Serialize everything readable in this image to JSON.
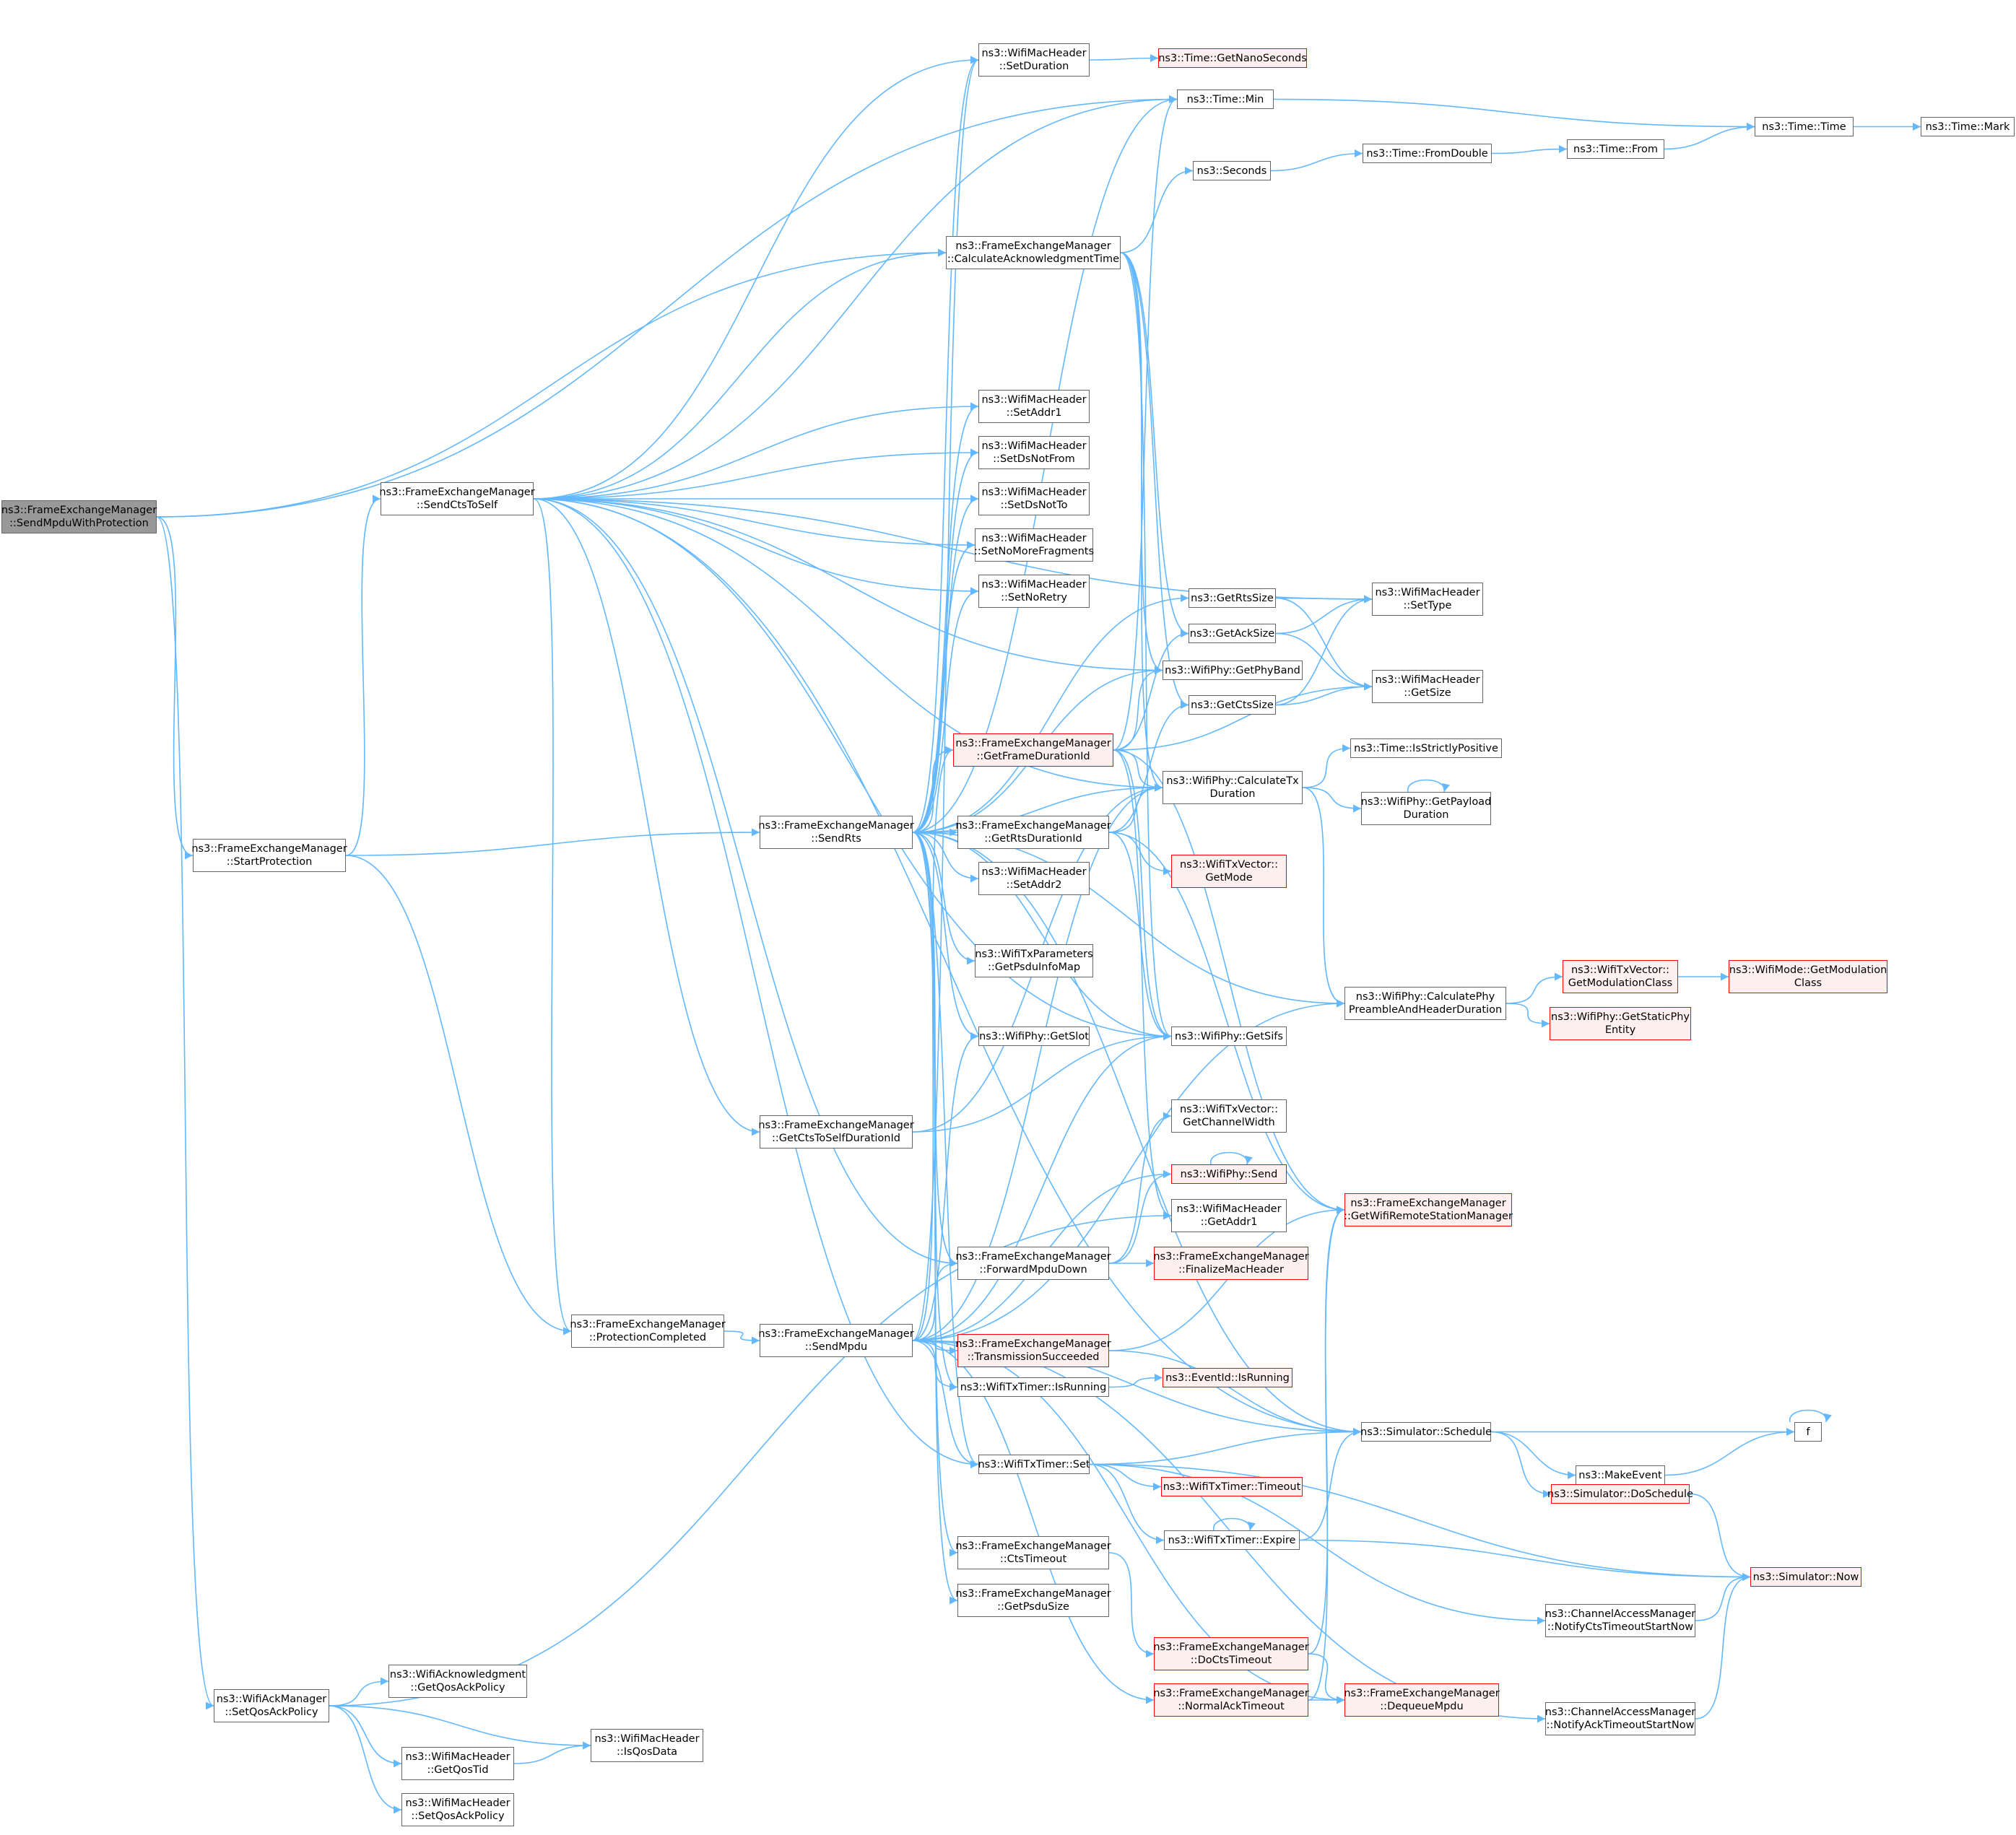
{
  "colors": {
    "edge": "#63b8ff",
    "box_border": "#666666",
    "red_border": "#ff0000",
    "red_fill": "#fff0f0",
    "root_fill": "#999999"
  },
  "nodes": {
    "n1": [
      "ns3::FrameExchangeManager",
      "::SendMpduWithProtection"
    ],
    "n2": [
      "ns3::Time::Min"
    ],
    "n3": [
      "ns3::FrameExchangeManager",
      "::CalculateAcknowledgmentTime"
    ],
    "n4": [
      "ns3::FrameExchangeManager",
      "::StartProtection"
    ],
    "n5": [
      "ns3::WifiAckManager",
      "::SetQosAckPolicy"
    ],
    "n6": [
      "ns3::Time::Time"
    ],
    "n7": [
      "ns3::Time::Mark"
    ],
    "n8": [
      "ns3::WifiMacHeader",
      "::SetDuration"
    ],
    "n9": [
      "ns3::Time::GetNanoSeconds"
    ],
    "n10": [
      "ns3::Seconds"
    ],
    "n11": [
      "ns3::Time::FromDouble"
    ],
    "n12": [
      "ns3::Time::From"
    ],
    "n13": [
      "ns3::FrameExchangeManager",
      "::SendCtsToSelf"
    ],
    "n14": [
      "ns3::WifiMacHeader",
      "::SetAddr1"
    ],
    "n15": [
      "ns3::WifiMacHeader",
      "::SetDsNotFrom"
    ],
    "n16": [
      "ns3::WifiMacHeader",
      "::SetDsNotTo"
    ],
    "n17": [
      "ns3::WifiMacHeader",
      "::SetNoMoreFragments"
    ],
    "n18": [
      "ns3::WifiMacHeader",
      "::SetNoRetry"
    ],
    "n19": [
      "ns3::GetRtsSize"
    ],
    "n20": [
      "ns3::WifiMacHeader",
      "::SetType"
    ],
    "n21": [
      "ns3::GetAckSize"
    ],
    "n22": [
      "ns3::WifiPhy::GetPhyBand"
    ],
    "n23": [
      "ns3::WifiMacHeader",
      "::GetSize"
    ],
    "n24": [
      "ns3::GetCtsSize"
    ],
    "n25": [
      "ns3::FrameExchangeManager",
      "::GetFrameDurationId"
    ],
    "n26": [
      "ns3::Time::IsStrictlyPositive"
    ],
    "n27": [
      "ns3::FrameExchangeManager",
      "::SendRts"
    ],
    "n28": [
      "ns3::FrameExchangeManager",
      "::GetRtsDurationId"
    ],
    "n29": [
      "ns3::WifiPhy::CalculateTx",
      "Duration"
    ],
    "n30": [
      "ns3::WifiPhy::GetPayload",
      "Duration"
    ],
    "n31": [
      "ns3::WifiMacHeader",
      "::SetAddr2"
    ],
    "n32": [
      "ns3::WifiTxVector::",
      "GetMode"
    ],
    "n33": [
      "ns3::WifiTxParameters",
      "::GetPsduInfoMap"
    ],
    "n34": [
      "ns3::WifiPhy::CalculatePhy",
      "PreambleAndHeaderDuration"
    ],
    "n35": [
      "ns3::WifiTxVector::",
      "GetModulationClass"
    ],
    "n36": [
      "ns3::WifiMode::GetModulation",
      "Class"
    ],
    "n37": [
      "ns3::WifiPhy::GetStaticPhy",
      "Entity"
    ],
    "n38": [
      "ns3::WifiPhy::GetSlot"
    ],
    "n39": [
      "ns3::WifiPhy::GetSifs"
    ],
    "n40": [
      "ns3::FrameExchangeManager",
      "::GetCtsToSelfDurationId"
    ],
    "n41": [
      "ns3::WifiTxVector::",
      "GetChannelWidth"
    ],
    "n42": [
      "ns3::WifiPhy::Send"
    ],
    "n43": [
      "ns3::WifiMacHeader",
      "::GetAddr1"
    ],
    "n44": [
      "ns3::FrameExchangeManager",
      "::GetWifiRemoteStationManager"
    ],
    "n45": [
      "ns3::FrameExchangeManager",
      "::ForwardMpduDown"
    ],
    "n46": [
      "ns3::FrameExchangeManager",
      "::FinalizeMacHeader"
    ],
    "n47": [
      "ns3::FrameExchangeManager",
      "::ProtectionCompleted"
    ],
    "n48": [
      "ns3::FrameExchangeManager",
      "::SendMpdu"
    ],
    "n49": [
      "ns3::FrameExchangeManager",
      "::TransmissionSucceeded"
    ],
    "n50": [
      "ns3::WifiTxTimer::IsRunning"
    ],
    "n51": [
      "ns3::EventId::IsRunning"
    ],
    "n52": [
      "ns3::Simulator::Schedule"
    ],
    "n53": [
      "f"
    ],
    "n54": [
      "ns3::MakeEvent"
    ],
    "n55": [
      "ns3::WifiTxTimer::Set"
    ],
    "n56": [
      "ns3::WifiTxTimer::Timeout"
    ],
    "n57": [
      "ns3::Simulator::DoSchedule"
    ],
    "n58": [
      "ns3::WifiTxTimer::Expire"
    ],
    "n59": [
      "ns3::Simulator::Now"
    ],
    "n60": [
      "ns3::FrameExchangeManager",
      "::CtsTimeout"
    ],
    "n61": [
      "ns3::FrameExchangeManager",
      "::GetPsduSize"
    ],
    "n62": [
      "ns3::ChannelAccessManager",
      "::NotifyCtsTimeoutStartNow"
    ],
    "n63": [
      "ns3::FrameExchangeManager",
      "::DoCtsTimeout"
    ],
    "n64": [
      "ns3::WifiAcknowledgment",
      "::GetQosAckPolicy"
    ],
    "n65": [
      "ns3::FrameExchangeManager",
      "::NormalAckTimeout"
    ],
    "n66": [
      "ns3::FrameExchangeManager",
      "::DequeueMpdu"
    ],
    "n67": [
      "ns3::WifiMacHeader",
      "::IsQosData"
    ],
    "n68": [
      "ns3::WifiMacHeader",
      "::GetQosTid"
    ],
    "n69": [
      "ns3::ChannelAccessManager",
      "::NotifyAckTimeoutStartNow"
    ],
    "n70": [
      "ns3::WifiMacHeader",
      "::SetQosAckPolicy"
    ]
  },
  "edges": [
    [
      "n1",
      "n2"
    ],
    [
      "n1",
      "n3"
    ],
    [
      "n1",
      "n4"
    ],
    [
      "n1",
      "n5"
    ],
    [
      "n2",
      "n6"
    ],
    [
      "n6",
      "n7"
    ],
    [
      "n8",
      "n9"
    ],
    [
      "n10",
      "n11"
    ],
    [
      "n11",
      "n12"
    ],
    [
      "n12",
      "n6"
    ],
    [
      "n3",
      "n10"
    ],
    [
      "n3",
      "n21"
    ],
    [
      "n3",
      "n22"
    ],
    [
      "n3",
      "n24"
    ],
    [
      "n3",
      "n29"
    ],
    [
      "n3",
      "n39"
    ],
    [
      "n4",
      "n13"
    ],
    [
      "n4",
      "n27"
    ],
    [
      "n4",
      "n47"
    ],
    [
      "n13",
      "n8"
    ],
    [
      "n13",
      "n2"
    ],
    [
      "n13",
      "n3"
    ],
    [
      "n13",
      "n20"
    ],
    [
      "n13",
      "n22"
    ],
    [
      "n13",
      "n29"
    ],
    [
      "n13",
      "n14"
    ],
    [
      "n13",
      "n15"
    ],
    [
      "n13",
      "n16"
    ],
    [
      "n13",
      "n17"
    ],
    [
      "n13",
      "n18"
    ],
    [
      "n13",
      "n39"
    ],
    [
      "n13",
      "n40"
    ],
    [
      "n13",
      "n45"
    ],
    [
      "n13",
      "n47"
    ],
    [
      "n13",
      "n52"
    ],
    [
      "n13",
      "n55"
    ],
    [
      "n27",
      "n8"
    ],
    [
      "n27",
      "n2"
    ],
    [
      "n27",
      "n14"
    ],
    [
      "n27",
      "n15"
    ],
    [
      "n27",
      "n16"
    ],
    [
      "n27",
      "n17"
    ],
    [
      "n27",
      "n18"
    ],
    [
      "n27",
      "n19"
    ],
    [
      "n27",
      "n22"
    ],
    [
      "n27",
      "n25"
    ],
    [
      "n27",
      "n28"
    ],
    [
      "n27",
      "n29"
    ],
    [
      "n27",
      "n31"
    ],
    [
      "n27",
      "n33"
    ],
    [
      "n27",
      "n34"
    ],
    [
      "n27",
      "n38"
    ],
    [
      "n27",
      "n39"
    ],
    [
      "n27",
      "n45"
    ],
    [
      "n27",
      "n50"
    ],
    [
      "n27",
      "n55"
    ],
    [
      "n27",
      "n60"
    ],
    [
      "n27",
      "n61"
    ],
    [
      "n27",
      "n52"
    ],
    [
      "n19",
      "n20"
    ],
    [
      "n19",
      "n23"
    ],
    [
      "n21",
      "n20"
    ],
    [
      "n21",
      "n23"
    ],
    [
      "n24",
      "n20"
    ],
    [
      "n24",
      "n23"
    ],
    [
      "n25",
      "n2"
    ],
    [
      "n25",
      "n21"
    ],
    [
      "n25",
      "n22"
    ],
    [
      "n25",
      "n23"
    ],
    [
      "n25",
      "n29"
    ],
    [
      "n25",
      "n39"
    ],
    [
      "n25",
      "n43"
    ],
    [
      "n25",
      "n44"
    ],
    [
      "n28",
      "n24"
    ],
    [
      "n28",
      "n29"
    ],
    [
      "n28",
      "n32"
    ],
    [
      "n28",
      "n39"
    ],
    [
      "n28",
      "n44"
    ],
    [
      "n29",
      "n26"
    ],
    [
      "n29",
      "n30"
    ],
    [
      "n29",
      "n34"
    ],
    [
      "n30",
      "n30"
    ],
    [
      "n34",
      "n35"
    ],
    [
      "n34",
      "n37"
    ],
    [
      "n35",
      "n36"
    ],
    [
      "n40",
      "n29"
    ],
    [
      "n40",
      "n39"
    ],
    [
      "n42",
      "n42"
    ],
    [
      "n45",
      "n41"
    ],
    [
      "n45",
      "n42"
    ],
    [
      "n45",
      "n46"
    ],
    [
      "n47",
      "n48"
    ],
    [
      "n48",
      "n8"
    ],
    [
      "n48",
      "n25"
    ],
    [
      "n48",
      "n29"
    ],
    [
      "n48",
      "n34"
    ],
    [
      "n48",
      "n38"
    ],
    [
      "n48",
      "n39"
    ],
    [
      "n48",
      "n42"
    ],
    [
      "n48",
      "n45"
    ],
    [
      "n48",
      "n49"
    ],
    [
      "n48",
      "n50"
    ],
    [
      "n48",
      "n52"
    ],
    [
      "n48",
      "n55"
    ],
    [
      "n48",
      "n65"
    ],
    [
      "n48",
      "n66"
    ],
    [
      "n48",
      "n69"
    ],
    [
      "n49",
      "n44"
    ],
    [
      "n49",
      "n52"
    ],
    [
      "n50",
      "n51"
    ],
    [
      "n52",
      "n53"
    ],
    [
      "n52",
      "n54"
    ],
    [
      "n52",
      "n57"
    ],
    [
      "n54",
      "n53"
    ],
    [
      "n53",
      "n53"
    ],
    [
      "n57",
      "n59"
    ],
    [
      "n55",
      "n52"
    ],
    [
      "n55",
      "n56"
    ],
    [
      "n55",
      "n58"
    ],
    [
      "n55",
      "n59"
    ],
    [
      "n55",
      "n62"
    ],
    [
      "n58",
      "n52"
    ],
    [
      "n58",
      "n58"
    ],
    [
      "n58",
      "n59"
    ],
    [
      "n60",
      "n63"
    ],
    [
      "n63",
      "n44"
    ],
    [
      "n63",
      "n66"
    ],
    [
      "n62",
      "n59"
    ],
    [
      "n69",
      "n59"
    ],
    [
      "n65",
      "n44"
    ],
    [
      "n65",
      "n66"
    ],
    [
      "n5",
      "n43"
    ],
    [
      "n5",
      "n64"
    ],
    [
      "n5",
      "n67"
    ],
    [
      "n5",
      "n68"
    ],
    [
      "n5",
      "n70"
    ],
    [
      "n68",
      "n67"
    ]
  ]
}
